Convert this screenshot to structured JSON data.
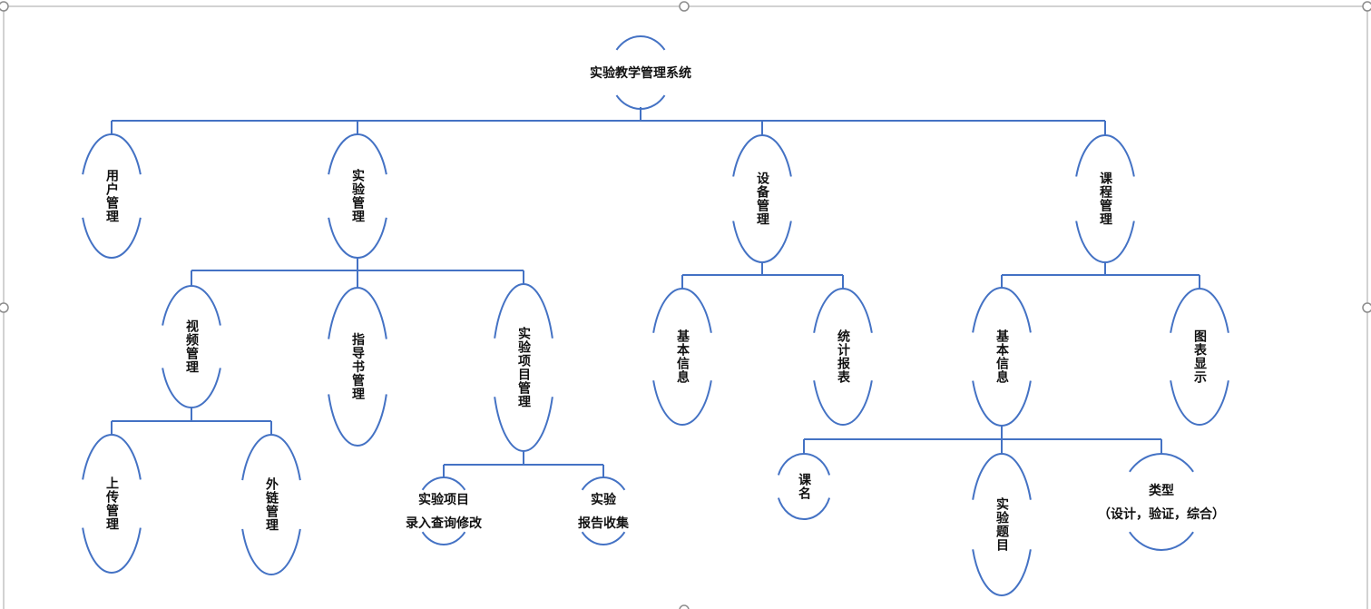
{
  "diagram": {
    "title": "实验教学管理系统",
    "colors": {
      "line": "#4472c4",
      "text": "#111111",
      "frame": "#a6a6a6"
    },
    "nodes": [
      {
        "id": "root",
        "label": "实验教学管理系统",
        "orient": "h",
        "parent": null
      },
      {
        "id": "user",
        "label": "用户管理",
        "orient": "v",
        "parent": "root"
      },
      {
        "id": "exp",
        "label": "实验管理",
        "orient": "v",
        "parent": "root"
      },
      {
        "id": "equip",
        "label": "设备管理",
        "orient": "v",
        "parent": "root"
      },
      {
        "id": "course",
        "label": "课程管理",
        "orient": "v",
        "parent": "root"
      },
      {
        "id": "video",
        "label": "视频管理",
        "orient": "v",
        "parent": "exp"
      },
      {
        "id": "guide",
        "label": "指导书管理",
        "orient": "v",
        "parent": "exp"
      },
      {
        "id": "proj",
        "label": "实验项目管理",
        "orient": "v",
        "parent": "exp"
      },
      {
        "id": "upload",
        "label": "上传管理",
        "orient": "v",
        "parent": "video"
      },
      {
        "id": "link",
        "label": "外链管理",
        "orient": "v",
        "parent": "video"
      },
      {
        "id": "projentry",
        "label": [
          "实验项目",
          "录入查询修改"
        ],
        "orient": "h",
        "parent": "proj"
      },
      {
        "id": "report",
        "label": [
          "实验",
          "报告收集"
        ],
        "orient": "h",
        "parent": "proj"
      },
      {
        "id": "equipinfo",
        "label": "基本信息",
        "orient": "v",
        "parent": "equip"
      },
      {
        "id": "stats",
        "label": "统计报表",
        "orient": "v",
        "parent": "equip"
      },
      {
        "id": "courseinfo",
        "label": "基本信息",
        "orient": "v",
        "parent": "course"
      },
      {
        "id": "chart",
        "label": "图表显示",
        "orient": "v",
        "parent": "course"
      },
      {
        "id": "cname",
        "label": "课名",
        "orient": "v",
        "parent": "courseinfo"
      },
      {
        "id": "topic",
        "label": "实验题目",
        "orient": "v",
        "parent": "courseinfo"
      },
      {
        "id": "type",
        "label": [
          "类型",
          "（设计，验证，综合）"
        ],
        "orient": "h",
        "parent": "courseinfo"
      }
    ]
  }
}
